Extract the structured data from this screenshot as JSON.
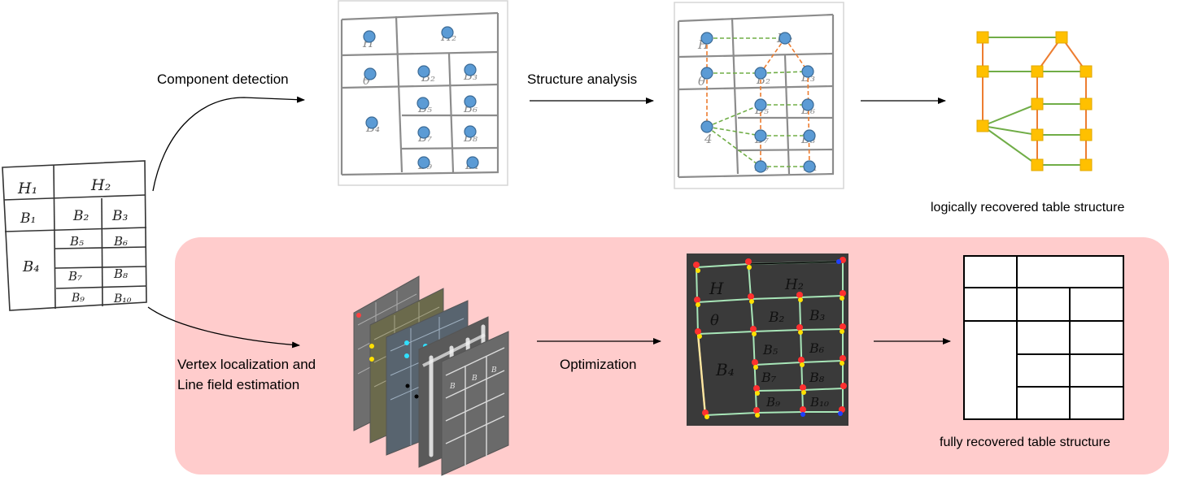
{
  "labels": {
    "component_detection": "Component detection",
    "structure_analysis": "Structure analysis",
    "logical_result": "logically recovered table structure",
    "vertex_line_1": "Vertex localization and",
    "vertex_line_2": "Line field estimation",
    "optimization": "Optimization",
    "full_result": "fully recovered table structure"
  },
  "cells": {
    "h1": "H₁",
    "h2": "H₂",
    "b1": "B₁",
    "b2": "B₂",
    "b3": "B₃",
    "b4": "B₄",
    "b5": "B₅",
    "b6": "B₆",
    "b7": "B₇",
    "b8": "B₈",
    "b9": "B₉",
    "b10": "B₁₀"
  },
  "colors": {
    "node_blue": "#5b9bd5",
    "node_yellow": "#ffc000",
    "edge_orange": "#ed7d31",
    "edge_green": "#70ad47",
    "panel_pink": "#ffcccc",
    "dark_bg": "#3a3a3a",
    "line_field": "#a8e6b8"
  }
}
